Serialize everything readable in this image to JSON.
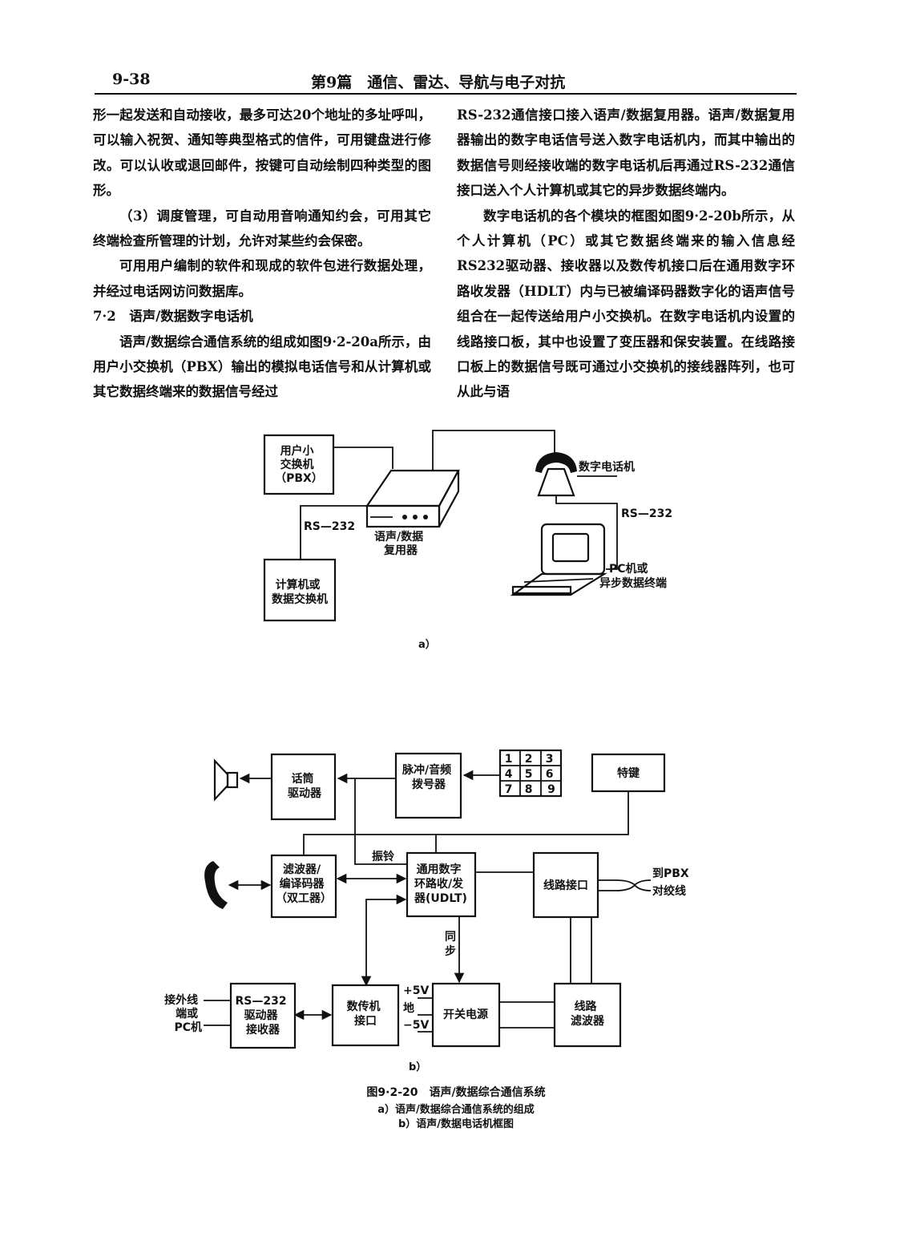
{
  "header": {
    "page_number": "9-38",
    "title": "第9篇　通信、雷达、导航与电子对抗"
  },
  "left_column": {
    "p1": "形一起发送和自动接收，最多可达20个地址的多址呼叫，可以输入祝贺、通知等典型格式的信件，可用键盘进行修改。可以认收或退回邮件，按键可自动绘制四种类型的图形。",
    "p2": "（3）调度管理，可自动用音响通知约会，可用其它终端检查所管理的计划，允许对某些约会保密。",
    "p3": "可用用户编制的软件和现成的软件包进行数据处理，并经过电话网访问数据库。",
    "section": "7·2　语声/数据数字电话机",
    "p4": "语声/数据综合通信系统的组成如图9·2-20a所示，由用户小交换机（PBX）输出的模拟电话信号和从计算机或其它数据终端来的数据信号经过"
  },
  "right_column": {
    "p1": "RS-232通信接口接入语声/数据复用器。语声/数据复用器输出的数字电话信号送入数字电话机内，而其中输出的数据信号则经接收端的数字电话机后再通过RS-232通信接口送入个人计算机或其它的异步数据终端内。",
    "p2": "数字电话机的各个模块的框图如图9·2-20b所示，从个人计算机（PC）或其它数据终端来的输入信息经RS232驱动器、接收器以及数传机接口后在通用数字环路收发器（HDLT）内与已被编译码器数字化的语声信号组合在一起传送给用户小交换机。在数字电话机内设置的线路接口板，其中也设置了变压器和保安装置。在线路接口板上的数据信号既可通过小交换机的接线器阵列，也可从此与语"
  },
  "figure_a": {
    "pbx": [
      "用户小",
      "交换机",
      "（PBX）"
    ],
    "mux": [
      "语声/数据",
      "复用器"
    ],
    "computer": [
      "计算机或",
      "数据交换机"
    ],
    "rs232_left": "RS—232",
    "rs232_right": "RS—232",
    "phone": "数字电话机",
    "pc": [
      "PC机或",
      "异步数据终端"
    ],
    "label": "a）"
  },
  "figure_b": {
    "handset_driver": [
      "话筒",
      "驱动器"
    ],
    "dialer": [
      "脉冲/音频",
      "拨号器"
    ],
    "keypad": [
      "1",
      "2",
      "3",
      "4",
      "5",
      "6",
      "7",
      "8",
      "9"
    ],
    "special_keys": "特键",
    "ring": "振铃",
    "codec": [
      "滤波器/",
      "编译码器",
      "（双工器）"
    ],
    "udlt": [
      "通用数字",
      "环路收/发",
      "器(UDLT)"
    ],
    "line_interface": "线路接口",
    "to_pbx": [
      "到PBX",
      "对绞线"
    ],
    "sync": [
      "同",
      "步"
    ],
    "external": [
      "接外线",
      "端或",
      "PC机"
    ],
    "rs232_driver": [
      "RS—232",
      "驱动器",
      "接收器"
    ],
    "modem_interface": [
      "数传机",
      "接口"
    ],
    "switching_psu": "开关电源",
    "volt_plus": "+5V",
    "ground": "地",
    "volt_minus": "−5V",
    "line_filter": [
      "线路",
      "滤波器"
    ],
    "label": "b）"
  },
  "caption": {
    "title": "图9·2-20　语声/数据综合通信系统",
    "sub_a": "a）语声/数据综合通信系统的组成",
    "sub_b": "b）语声/数据电话机框图"
  }
}
